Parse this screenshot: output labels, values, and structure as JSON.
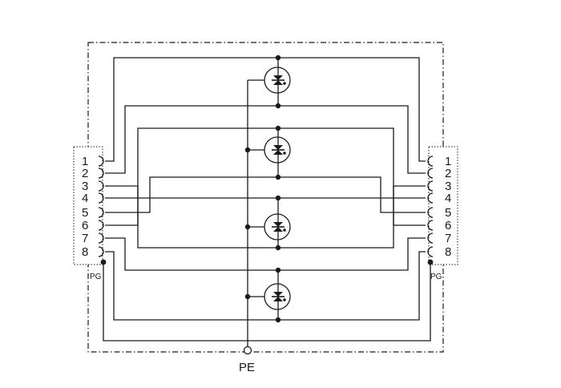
{
  "diagram": {
    "left_connector": {
      "pins": [
        "1",
        "2",
        "3",
        "4",
        "5",
        "6",
        "7",
        "8"
      ],
      "shield_label": "PG"
    },
    "right_connector": {
      "pins": [
        "1",
        "2",
        "3",
        "4",
        "5",
        "6",
        "7",
        "8"
      ],
      "shield_label": "PG"
    },
    "ground_terminal": {
      "label": "PE"
    },
    "protection_elements": [
      "tvs-diode",
      "tvs-diode",
      "tvs-diode",
      "tvs-diode"
    ],
    "colors": {
      "line": "#1a1a1a",
      "background": "#ffffff"
    }
  }
}
